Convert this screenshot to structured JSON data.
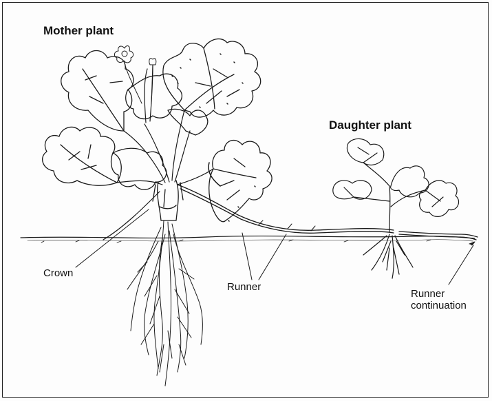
{
  "labels": {
    "mother_plant": "Mother plant",
    "daughter_plant": "Daughter plant",
    "crown": "Crown",
    "runner": "Runner",
    "runner_continuation_line1": "Runner",
    "runner_continuation_line2": "continuation"
  },
  "colors": {
    "ink": "#1a1a1a",
    "background": "#fdfdfd",
    "frame": "#222222"
  }
}
